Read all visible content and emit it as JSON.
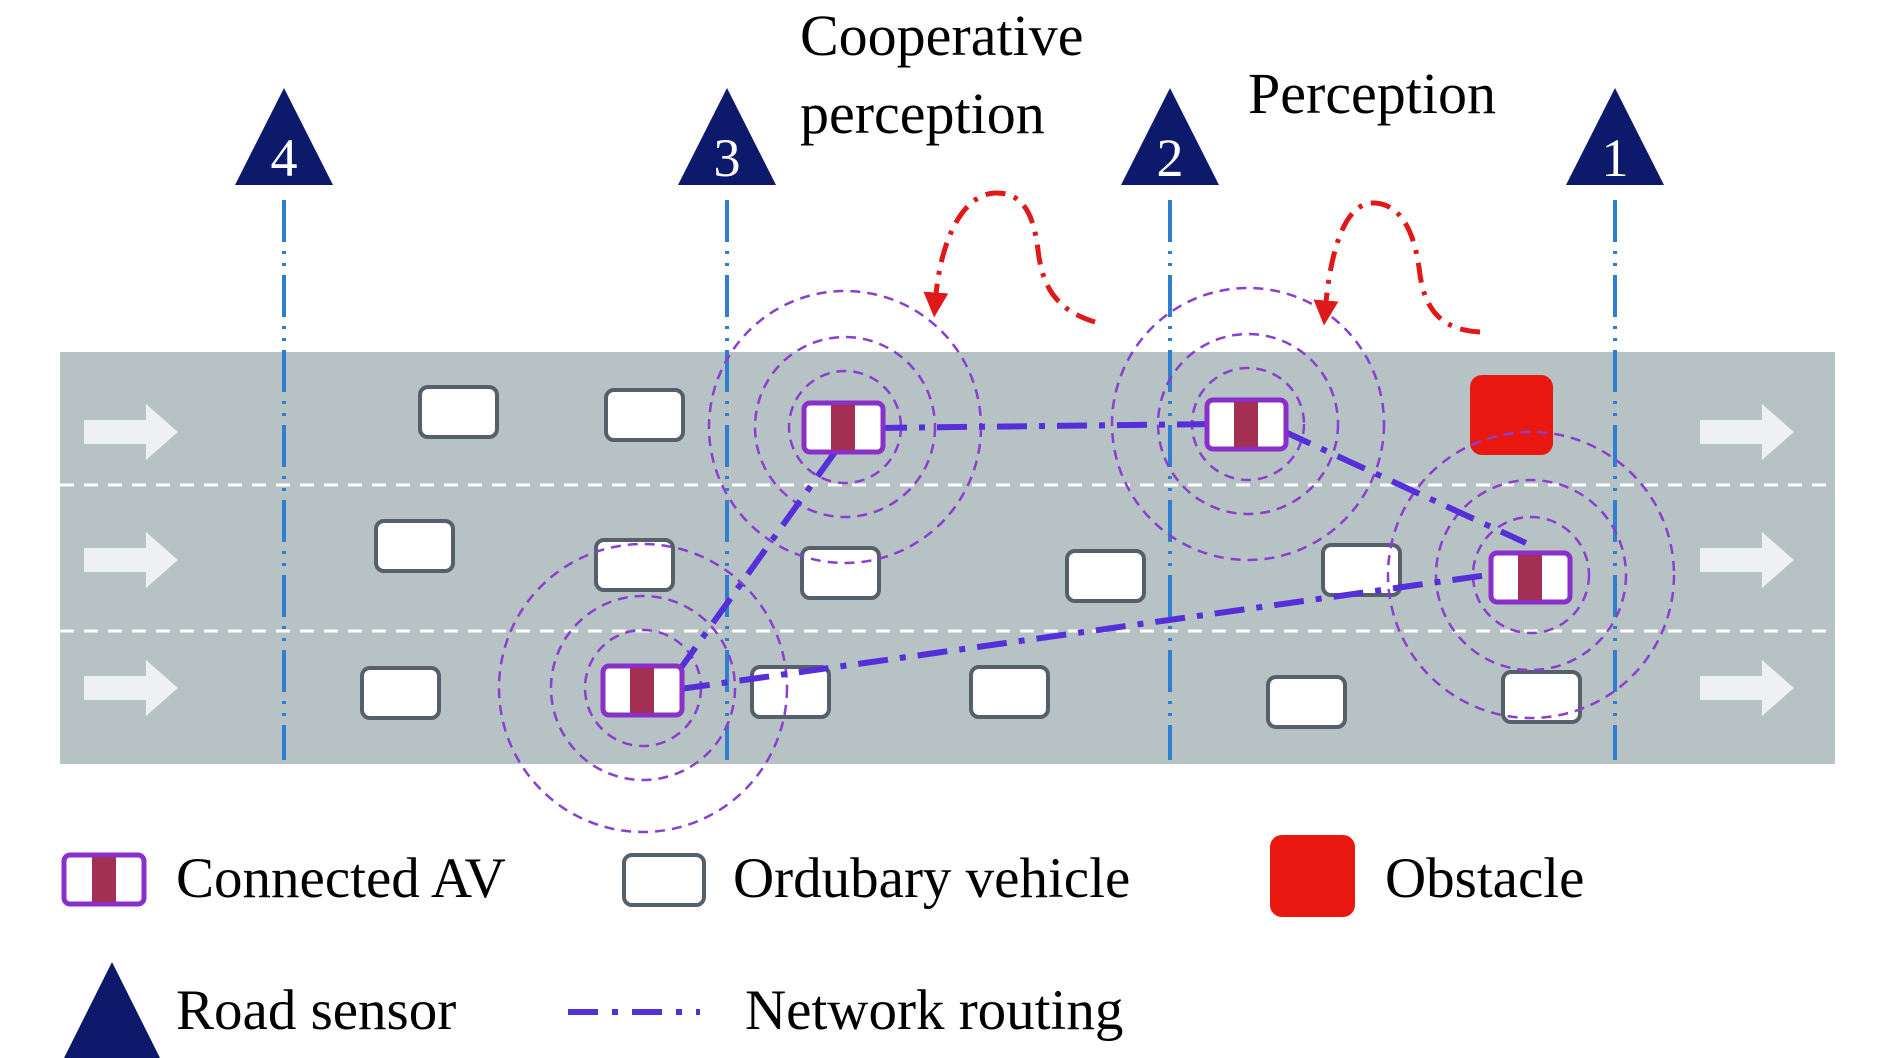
{
  "annotations": {
    "cooperative_line1": "Cooperative",
    "cooperative_line2": "perception",
    "perception": "Perception"
  },
  "sensors": [
    {
      "id": "4",
      "label": "4"
    },
    {
      "id": "3",
      "label": "3"
    },
    {
      "id": "2",
      "label": "2"
    },
    {
      "id": "1",
      "label": "1"
    }
  ],
  "legend": {
    "connected_av": "Connected AV",
    "ordinary_vehicle": "Ordubary vehicle",
    "obstacle": "Obstacle",
    "road_sensor": "Road sensor",
    "network_routing": "Network routing"
  },
  "colors": {
    "road": "#b6c2c4",
    "sensor": "#0d1a6b",
    "sensor_line": "#2f7fd0",
    "av_border": "#8a2fc9",
    "av_center": "#a33052",
    "range_ring": "#8a3fd0",
    "routing": "#5530d8",
    "perception_arrow": "#e01818",
    "obstacle": "#e8170f",
    "vehicle_border": "#55606a",
    "lane_arrow": "#eef1f1"
  }
}
